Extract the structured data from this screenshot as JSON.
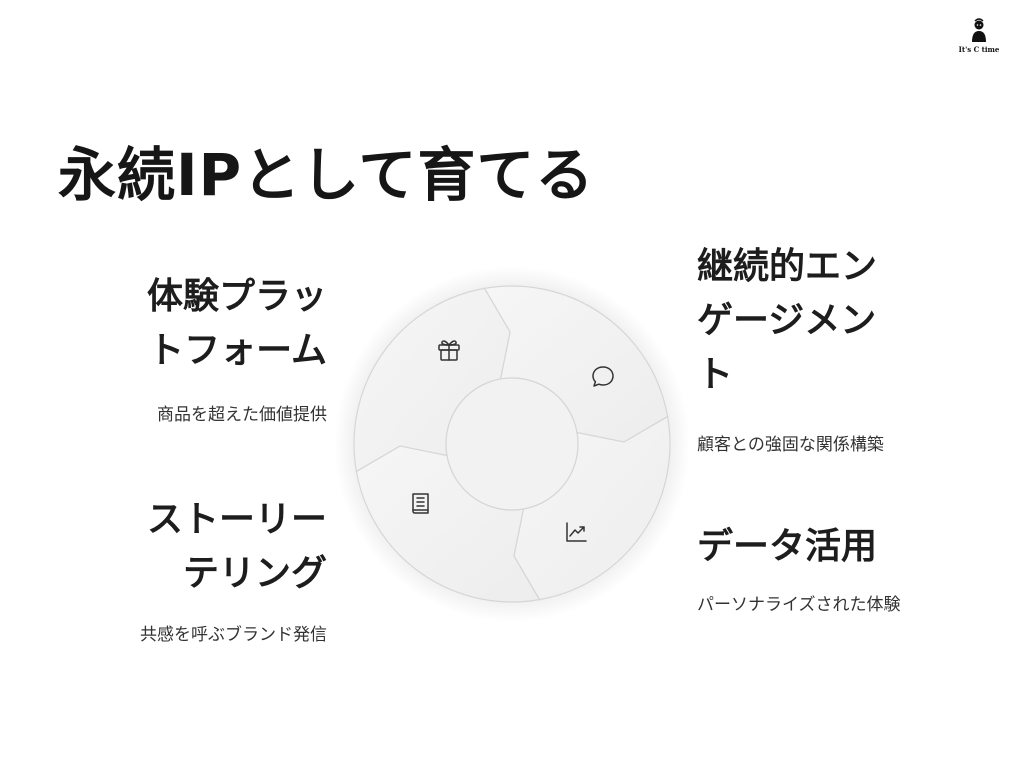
{
  "logo": {
    "text": "It's C time"
  },
  "title": "永続IPとして育てる",
  "segments": {
    "platform": {
      "heading": "体験プラッ\nトフォーム",
      "subtitle": "商品を超えた価値提供",
      "icon": "gift-icon"
    },
    "engagement": {
      "heading": "継続的エン\nゲージメン\nト",
      "subtitle": "顧客との強固な関係構築",
      "icon": "chat-bubble-icon"
    },
    "storytelling": {
      "heading": "ストーリー\nテリング",
      "subtitle": "共感を呼ぶブランド発信",
      "icon": "book-icon"
    },
    "data": {
      "heading": "データ活用",
      "subtitle": "パーソナライズされた体験",
      "icon": "trend-chart-icon"
    }
  },
  "colors": {
    "segment_fill": "#f1f1f1",
    "segment_stroke": "#d6d6d6",
    "icon": "#333333"
  }
}
